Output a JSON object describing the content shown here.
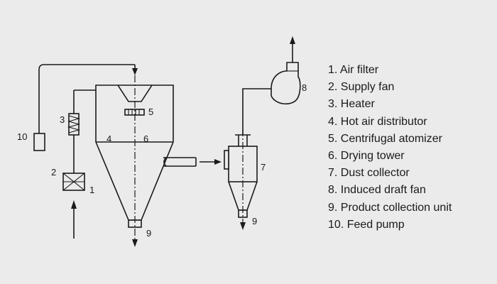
{
  "diagram": {
    "callouts": {
      "n1": "1",
      "n2": "2",
      "n3": "3",
      "n4": "4",
      "n5": "5",
      "n6": "6",
      "n7": "7",
      "n8": "8",
      "n9_tower": "9",
      "n9_collector": "9",
      "n10": "10"
    }
  },
  "legend": {
    "items": [
      "1. Air filter",
      "2. Supply fan",
      "3. Heater",
      "4. Hot air distributor",
      "5. Centrifugal atomizer",
      "6. Drying tower",
      "7. Dust collector",
      "8. Induced draft fan",
      "9. Product collection unit",
      "10. Feed pump"
    ]
  }
}
